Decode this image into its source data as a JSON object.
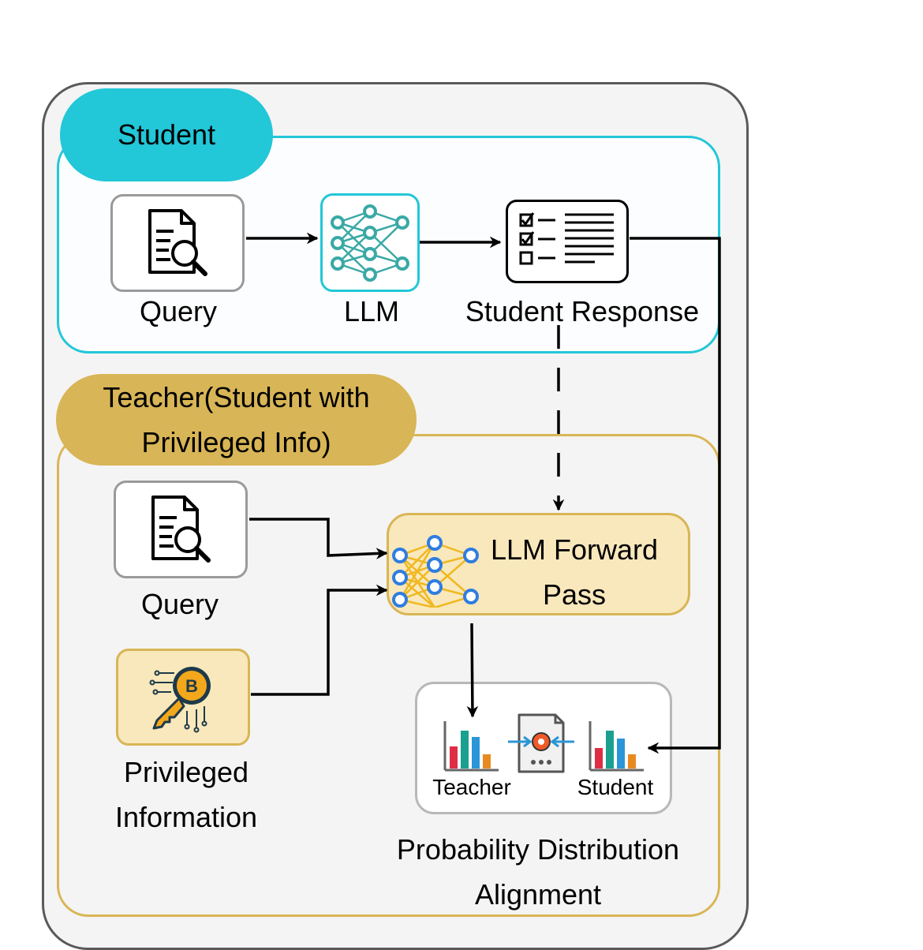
{
  "student": {
    "title": "Student",
    "query_label": "Query",
    "llm_label": "LLM",
    "response_label": "Student Response"
  },
  "teacher": {
    "title": "Teacher(Student with Privileged Info)",
    "query_label": "Query",
    "privileged_label": "Privileged Information",
    "forward_label": "LLM Forward Pass"
  },
  "alignment": {
    "teacher_label": "Teacher",
    "student_label": "Student",
    "caption": "Probability Distribution Alignment"
  },
  "colors": {
    "student_accent": "#22c7d8",
    "teacher_accent": "#d8b556",
    "teacher_fill": "#f9e8bb",
    "network_teal": "#3aa9a6",
    "network_blue": "#2f7de1",
    "network_gold": "#f0b820"
  }
}
